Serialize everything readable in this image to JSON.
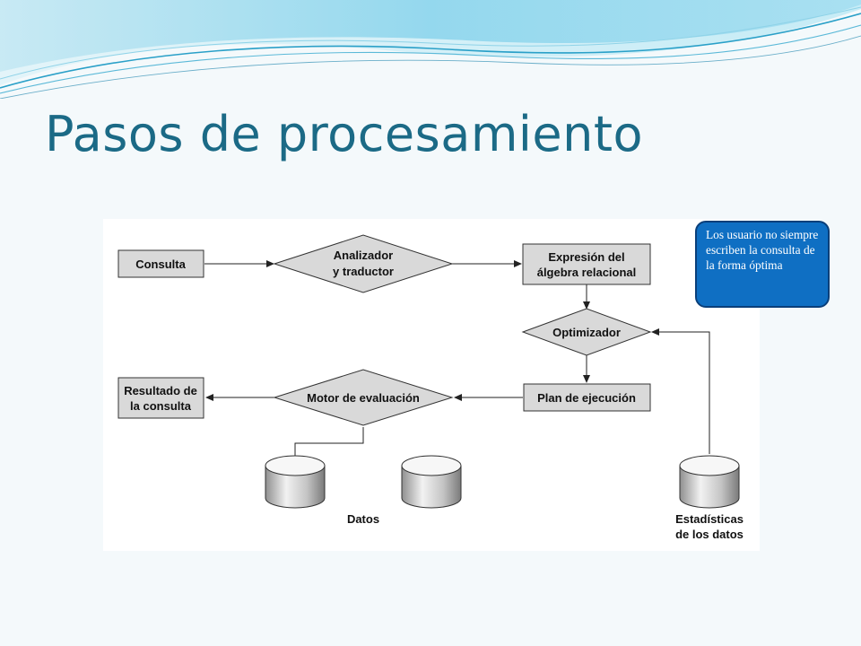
{
  "slide": {
    "title": "Pasos de procesamiento",
    "callout": "Los usuario no siempre escriben la consulta de la forma óptima"
  },
  "diagram": {
    "nodes": {
      "consulta": "Consulta",
      "analizador": [
        "Analizador",
        "y traductor"
      ],
      "expresion": [
        "Expresión del",
        "álgebra relacional"
      ],
      "optimizador": "Optimizador",
      "plan": "Plan de ejecución",
      "motor": "Motor de evaluación",
      "resultado": [
        "Resultado de",
        "la consulta"
      ],
      "datos": "Datos",
      "estadisticas": [
        "Estadísticas",
        "de los datos"
      ]
    }
  },
  "colors": {
    "title": "#1b6a86",
    "box_fill": "#d9d9d9",
    "callout_fill": "#0f6fc3"
  }
}
